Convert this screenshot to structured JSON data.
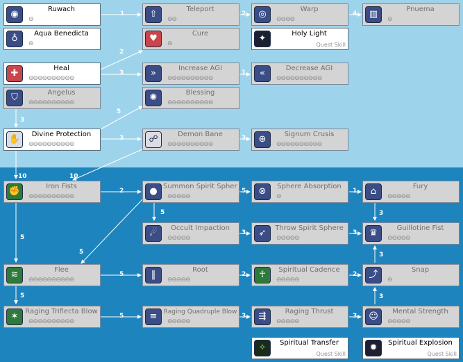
{
  "skills": {
    "ruwach": {
      "name": "Ruwach",
      "dots": "⊖",
      "icon": "eye-icon"
    },
    "aqua_benedicta": {
      "name": "Aqua Benedicta",
      "dots": "⊖",
      "icon": "bottle-icon"
    },
    "heal": {
      "name": "Heal",
      "dots": "⊖⊖⊖⊖⊖⊖⊖⊖⊖⊖",
      "icon": "cross-icon"
    },
    "angelus": {
      "name": "Angelus",
      "dots": "⊖⊖⊖⊖⊖⊖⊖⊖⊖⊖",
      "icon": "shield-icon"
    },
    "divine_protection": {
      "name": "Divine Protection",
      "dots": "⊖⊖⊖⊖⊖⊖⊖⊖⊖⊖",
      "icon": "hand-shield-icon"
    },
    "teleport": {
      "name": "Teleport",
      "dots": "⊖⊖",
      "icon": "teleport-icon"
    },
    "cure": {
      "name": "Cure",
      "dots": "⊖",
      "icon": "heart-icon"
    },
    "increase_agi": {
      "name": "Increase AGI",
      "dots": "⊖⊖⊖⊖⊖⊖⊖⊖⊖⊖",
      "icon": "agi-up-icon"
    },
    "blessing": {
      "name": "Blessing",
      "dots": "⊖⊖⊖⊖⊖⊖⊖⊖⊖⊖",
      "icon": "sun-icon"
    },
    "demon_bane": {
      "name": "Demon Bane",
      "dots": "⊖⊖⊖⊖⊖⊖⊖⊖⊖⊖",
      "icon": "claw-icon"
    },
    "warp": {
      "name": "Warp",
      "dots": "⊖⊖⊖⊖",
      "icon": "swirl-icon"
    },
    "holy_light": {
      "name": "Holy Light",
      "dots": "",
      "icon": "holy-light-icon",
      "quest": "Quest Skill"
    },
    "decrease_agi": {
      "name": "Decrease AGI",
      "dots": "⊖⊖⊖⊖⊖⊖⊖⊖⊖⊖",
      "icon": "agi-down-icon"
    },
    "signum_crusis": {
      "name": "Signum Crusis",
      "dots": "⊖⊖⊖⊖⊖⊖⊖⊖⊖⊖",
      "icon": "cross-circle-icon"
    },
    "pnuema": {
      "name": "Pnuema",
      "dots": "⊖",
      "icon": "barrier-icon"
    },
    "iron_fists": {
      "name": "Iron Fists",
      "dots": "⊖⊖⊖⊖⊖⊖⊖⊖⊖⊖",
      "icon": "fist-icon"
    },
    "flee": {
      "name": "Flee",
      "dots": "⊖⊖⊖⊖⊖⊖⊖⊖⊖⊖",
      "icon": "dodge-icon"
    },
    "raging_triflecta_blow": {
      "name": "Raging Triflecta Blow",
      "dots": "⊖⊖⊖⊖⊖⊖⊖⊖⊖⊖",
      "icon": "triple-blow-icon"
    },
    "summon_spirit_sphere": {
      "name": "Summon Spirit Sphere",
      "dots": "⊖⊖⊖⊖⊖",
      "icon": "sphere-icon"
    },
    "occult_impaction": {
      "name": "Occult Impaction",
      "dots": "⊖⊖⊖⊖⊖",
      "icon": "palm-strike-icon"
    },
    "root": {
      "name": "Root",
      "dots": "⊖⊖⊖⊖⊖",
      "icon": "root-icon"
    },
    "raging_quadruple_blow": {
      "name": "Raging Quadruple Blow",
      "dots": "⊖⊖⊖⊖⊖",
      "icon": "quad-blow-icon"
    },
    "sphere_absorption": {
      "name": "Sphere Absorption",
      "dots": "⊖",
      "icon": "absorb-icon"
    },
    "throw_spirit_sphere": {
      "name": "Throw Spirit Sphere",
      "dots": "⊖⊖⊖⊖⊖",
      "icon": "throw-sphere-icon"
    },
    "spiritual_cadence": {
      "name": "Spiritual Cadence",
      "dots": "⊖⊖⊖⊖⊖",
      "icon": "meditate-icon"
    },
    "raging_thrust": {
      "name": "Raging Thrust",
      "dots": "⊖⊖⊖⊖⊖",
      "icon": "thrust-icon"
    },
    "spiritual_transfer": {
      "name": "Spiritual Transfer",
      "dots": "",
      "icon": "spirit-transfer-icon",
      "quest": "Quest Skill"
    },
    "fury": {
      "name": "Fury",
      "dots": "⊖⊖⊖⊖⊖",
      "icon": "fury-icon"
    },
    "guillotine_fist": {
      "name": "Guillotine Fist",
      "dots": "⊖⊖⊖⊖⊖",
      "icon": "guillotine-icon"
    },
    "snap": {
      "name": "Snap",
      "dots": "⊖",
      "icon": "snap-icon"
    },
    "mental_strength": {
      "name": "Mental Strength",
      "dots": "⊖⊖⊖⊖⊖",
      "icon": "mind-icon"
    },
    "spiritual_explosion": {
      "name": "Spiritual Explosion",
      "dots": "",
      "icon": "explosion-icon",
      "quest": "Quest Skill"
    }
  },
  "requirements": {
    "ruwach_teleport": "1",
    "teleport_warp": "2",
    "warp_pnuema": "4",
    "heal_cure": "2",
    "heal_increase_agi": "3",
    "increase_agi_decrease_agi": "1",
    "angelus_divine_protection": "3",
    "divine_protection_blessing": "5",
    "divine_protection_demon_bane": "3",
    "demon_bane_signum_crusis": "3",
    "divine_protection_iron_fists": "10",
    "demon_bane_iron_fists": "10",
    "iron_fists_summon": "2",
    "iron_fists_flee": "5",
    "summon_flee": "5",
    "summon_occult": "5",
    "summon_sphere_absorption": "5",
    "sphere_absorption_fury": "1",
    "fury_guillotine": "3",
    "occult_throw": "3",
    "throw_guillotine": "3",
    "flee_root": "5",
    "root_cadence": "2",
    "cadence_snap": "2",
    "snap_guillotine": "3",
    "flee_triflecta": "5",
    "triflecta_quadruple": "5",
    "quadruple_thrust": "3",
    "thrust_mental": "3",
    "mental_snap": "3"
  },
  "colors": {
    "top_bg": "#9dd4ec",
    "bottom_bg": "#1e84be",
    "link": "#ffffff",
    "node_locked": "#d4d4d4",
    "node_active": "#ffffff"
  }
}
